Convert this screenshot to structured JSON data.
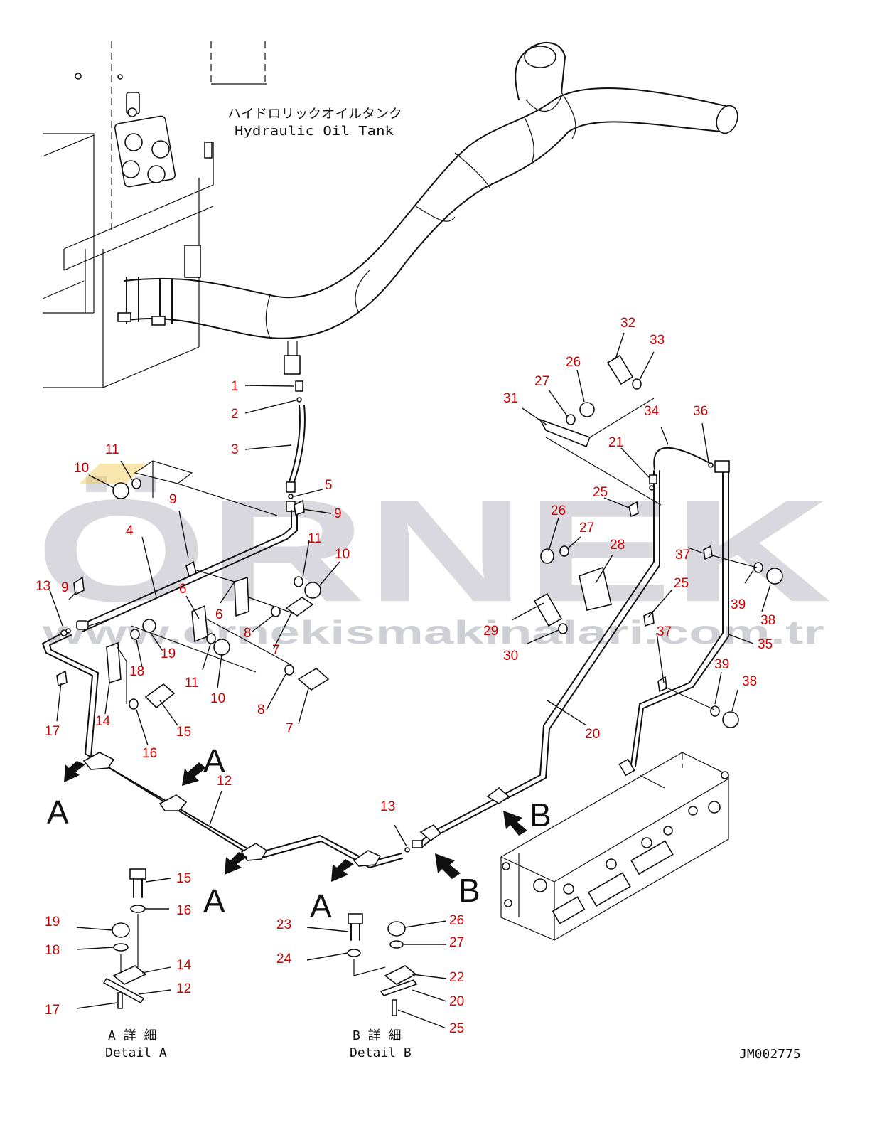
{
  "tank_label": {
    "jp": "ハイドロリックオイルタンク",
    "en": "Hydraulic Oil Tank"
  },
  "watermark": {
    "brand": "ÖRNEK",
    "url": "www.ornekismakinalari.com.tr"
  },
  "detail_a": {
    "jp": "A 詳 細",
    "en": "Detail A"
  },
  "detail_b": {
    "jp": "B 詳 細",
    "en": "Detail B"
  },
  "drawing_id": "JM002775",
  "view_letters": {
    "a": "A",
    "b": "B"
  },
  "callouts": [
    {
      "id": "c1",
      "text": "1"
    },
    {
      "id": "c2",
      "text": "2"
    },
    {
      "id": "c3",
      "text": "3"
    },
    {
      "id": "c4",
      "text": "4"
    },
    {
      "id": "c5",
      "text": "5"
    },
    {
      "id": "c6a",
      "text": "6"
    },
    {
      "id": "c6b",
      "text": "6"
    },
    {
      "id": "c7a",
      "text": "7"
    },
    {
      "id": "c7b",
      "text": "7"
    },
    {
      "id": "c8a",
      "text": "8"
    },
    {
      "id": "c8b",
      "text": "8"
    },
    {
      "id": "c9a",
      "text": "9"
    },
    {
      "id": "c9b",
      "text": "9"
    },
    {
      "id": "c9c",
      "text": "9"
    },
    {
      "id": "c10a",
      "text": "10"
    },
    {
      "id": "c10b",
      "text": "10"
    },
    {
      "id": "c10c",
      "text": "10"
    },
    {
      "id": "c11a",
      "text": "11"
    },
    {
      "id": "c11b",
      "text": "11"
    },
    {
      "id": "c11c",
      "text": "11"
    },
    {
      "id": "c12a",
      "text": "12"
    },
    {
      "id": "c12b",
      "text": "12"
    },
    {
      "id": "c13a",
      "text": "13"
    },
    {
      "id": "c13b",
      "text": "13"
    },
    {
      "id": "c14a",
      "text": "14"
    },
    {
      "id": "c14b",
      "text": "14"
    },
    {
      "id": "c15a",
      "text": "15"
    },
    {
      "id": "c15b",
      "text": "15"
    },
    {
      "id": "c16a",
      "text": "16"
    },
    {
      "id": "c16b",
      "text": "16"
    },
    {
      "id": "c17a",
      "text": "17"
    },
    {
      "id": "c17b",
      "text": "17"
    },
    {
      "id": "c18a",
      "text": "18"
    },
    {
      "id": "c18b",
      "text": "18"
    },
    {
      "id": "c19a",
      "text": "19"
    },
    {
      "id": "c19b",
      "text": "19"
    },
    {
      "id": "c20a",
      "text": "20"
    },
    {
      "id": "c20b",
      "text": "20"
    },
    {
      "id": "c21",
      "text": "21"
    },
    {
      "id": "c22",
      "text": "22"
    },
    {
      "id": "c23",
      "text": "23"
    },
    {
      "id": "c24",
      "text": "24"
    },
    {
      "id": "c25a",
      "text": "25"
    },
    {
      "id": "c25b",
      "text": "25"
    },
    {
      "id": "c25c",
      "text": "25"
    },
    {
      "id": "c26a",
      "text": "26"
    },
    {
      "id": "c26b",
      "text": "26"
    },
    {
      "id": "c26c",
      "text": "26"
    },
    {
      "id": "c27a",
      "text": "27"
    },
    {
      "id": "c27b",
      "text": "27"
    },
    {
      "id": "c27c",
      "text": "27"
    },
    {
      "id": "c28",
      "text": "28"
    },
    {
      "id": "c29",
      "text": "29"
    },
    {
      "id": "c30",
      "text": "30"
    },
    {
      "id": "c31",
      "text": "31"
    },
    {
      "id": "c32",
      "text": "32"
    },
    {
      "id": "c33",
      "text": "33"
    },
    {
      "id": "c34",
      "text": "34"
    },
    {
      "id": "c35",
      "text": "35"
    },
    {
      "id": "c36",
      "text": "36"
    },
    {
      "id": "c37a",
      "text": "37"
    },
    {
      "id": "c37b",
      "text": "37"
    },
    {
      "id": "c38a",
      "text": "38"
    },
    {
      "id": "c38b",
      "text": "38"
    },
    {
      "id": "c39a",
      "text": "39"
    },
    {
      "id": "c39b",
      "text": "39"
    }
  ]
}
